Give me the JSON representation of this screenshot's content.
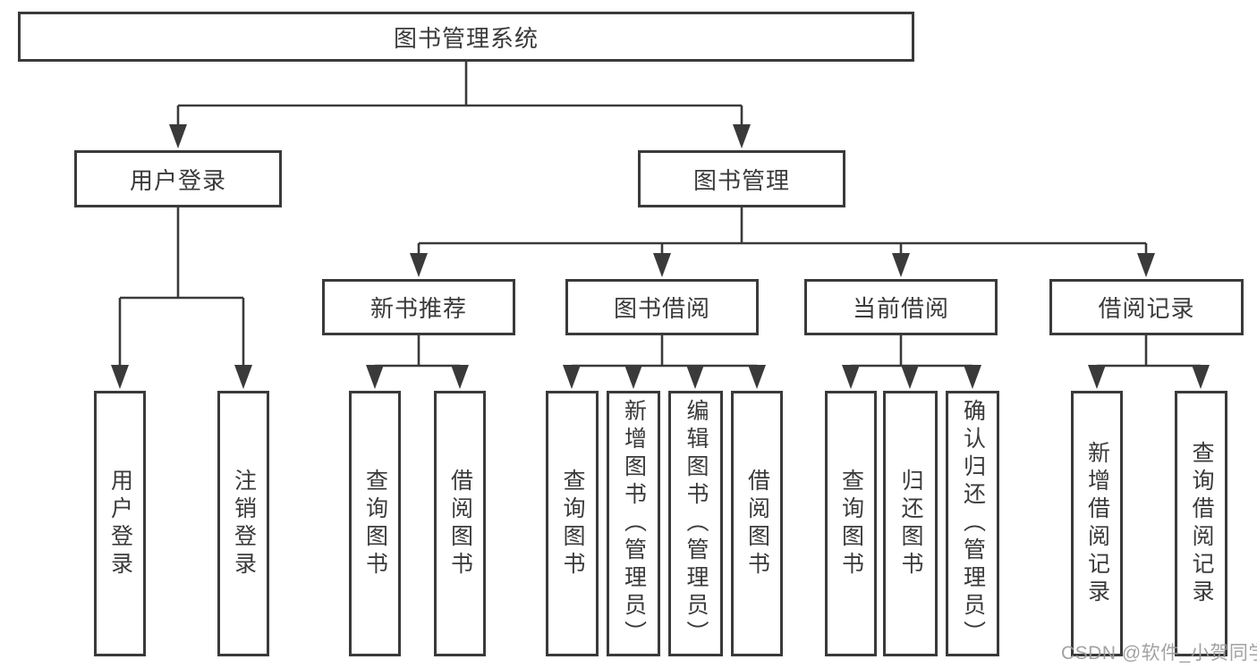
{
  "diagram": {
    "title": "图书管理系统",
    "root": {
      "label": "图书管理系统"
    },
    "level2": [
      {
        "id": "user-login",
        "label": "用户登录"
      },
      {
        "id": "book-management",
        "label": "图书管理"
      }
    ],
    "level3": [
      {
        "id": "new-book-recommend",
        "label": "新书推荐",
        "parent": "图书管理"
      },
      {
        "id": "book-borrow",
        "label": "图书借阅",
        "parent": "图书管理"
      },
      {
        "id": "current-borrow",
        "label": "当前借阅",
        "parent": "图书管理"
      },
      {
        "id": "borrow-record",
        "label": "借阅记录",
        "parent": "图书管理"
      }
    ],
    "leaves": [
      {
        "id": "leaf-user-login",
        "label": "用户登录",
        "parent": "用户登录"
      },
      {
        "id": "leaf-logout",
        "label": "注销登录",
        "parent": "用户登录"
      },
      {
        "id": "leaf-query-books-rec",
        "label": "查询图书",
        "parent": "新书推荐"
      },
      {
        "id": "leaf-borrow-books-rec",
        "label": "借阅图书",
        "parent": "新书推荐"
      },
      {
        "id": "leaf-query-books-borrow",
        "label": "查询图书",
        "parent": "图书借阅"
      },
      {
        "id": "leaf-add-books-admin",
        "label": "新增图书（管理员）",
        "parent": "图书借阅"
      },
      {
        "id": "leaf-edit-books-admin",
        "label": "编辑图书（管理员）",
        "parent": "图书借阅"
      },
      {
        "id": "leaf-borrow-books",
        "label": "借阅图书",
        "parent": "图书借阅"
      },
      {
        "id": "leaf-query-books-current",
        "label": "查询图书",
        "parent": "当前借阅"
      },
      {
        "id": "leaf-return-books",
        "label": "归还图书",
        "parent": "当前借阅"
      },
      {
        "id": "leaf-confirm-return-admin",
        "label": "确认归还（管理员）",
        "parent": "当前借阅"
      },
      {
        "id": "leaf-add-borrow-record",
        "label": "新增借阅记录",
        "parent": "借阅记录"
      },
      {
        "id": "leaf-query-borrow-record",
        "label": "查询借阅记录",
        "parent": "借阅记录"
      }
    ],
    "watermark": "CSDN @软件_小贺同学",
    "colors": {
      "line": "#3a3a3a",
      "text": "#3a3a3a",
      "background": "#ffffff",
      "watermark": "#9b9b9b"
    }
  }
}
